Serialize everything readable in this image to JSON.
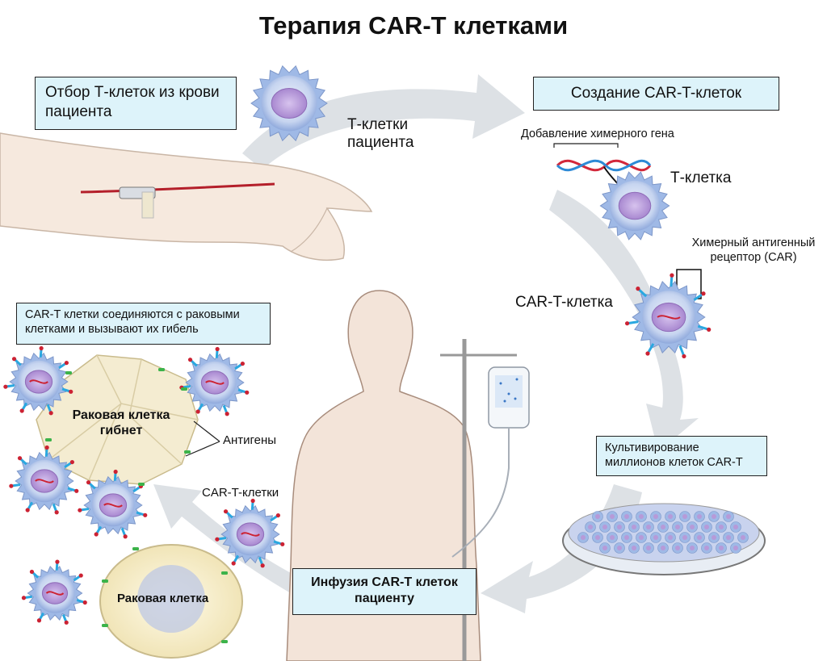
{
  "title": "Терапия CAR-T клетками",
  "steps": {
    "collection": "Отбор Т-клеток из крови пациента",
    "creation": "Создание CAR-T-клеток",
    "cultivation": "Культивирование миллионов клеток CAR-T",
    "infusion": "Инфузия CAR-T клеток пациенту",
    "killing": "CAR-T клетки соединяются с раковыми клетками и вызывают их гибель"
  },
  "labels": {
    "patient_t_cells": "Т-клетки пациента",
    "add_gene": "Добавление химерного гена",
    "t_cell": "Т-клетка",
    "car_receptor": "Химерный антигенный рецептор (CAR)",
    "car_t_cell": "CAR-T-клетка",
    "cancer_dying": "Раковая клетка гибнет",
    "antigens": "Антигены",
    "car_t_cells": "CAR-T-клетки",
    "cancer_cell": "Раковая клетка"
  },
  "colors": {
    "box_fill": "#ddf3fa",
    "cell_membrane": "#9fb9e6",
    "cell_nucleus": "#b79ad8",
    "receptor_red": "#cc2233",
    "receptor_blue": "#2aa8e0",
    "antigen_green": "#3cb34a",
    "flow_arrow": "#dde1e5",
    "cancer_cell": "#fbf3d6"
  }
}
